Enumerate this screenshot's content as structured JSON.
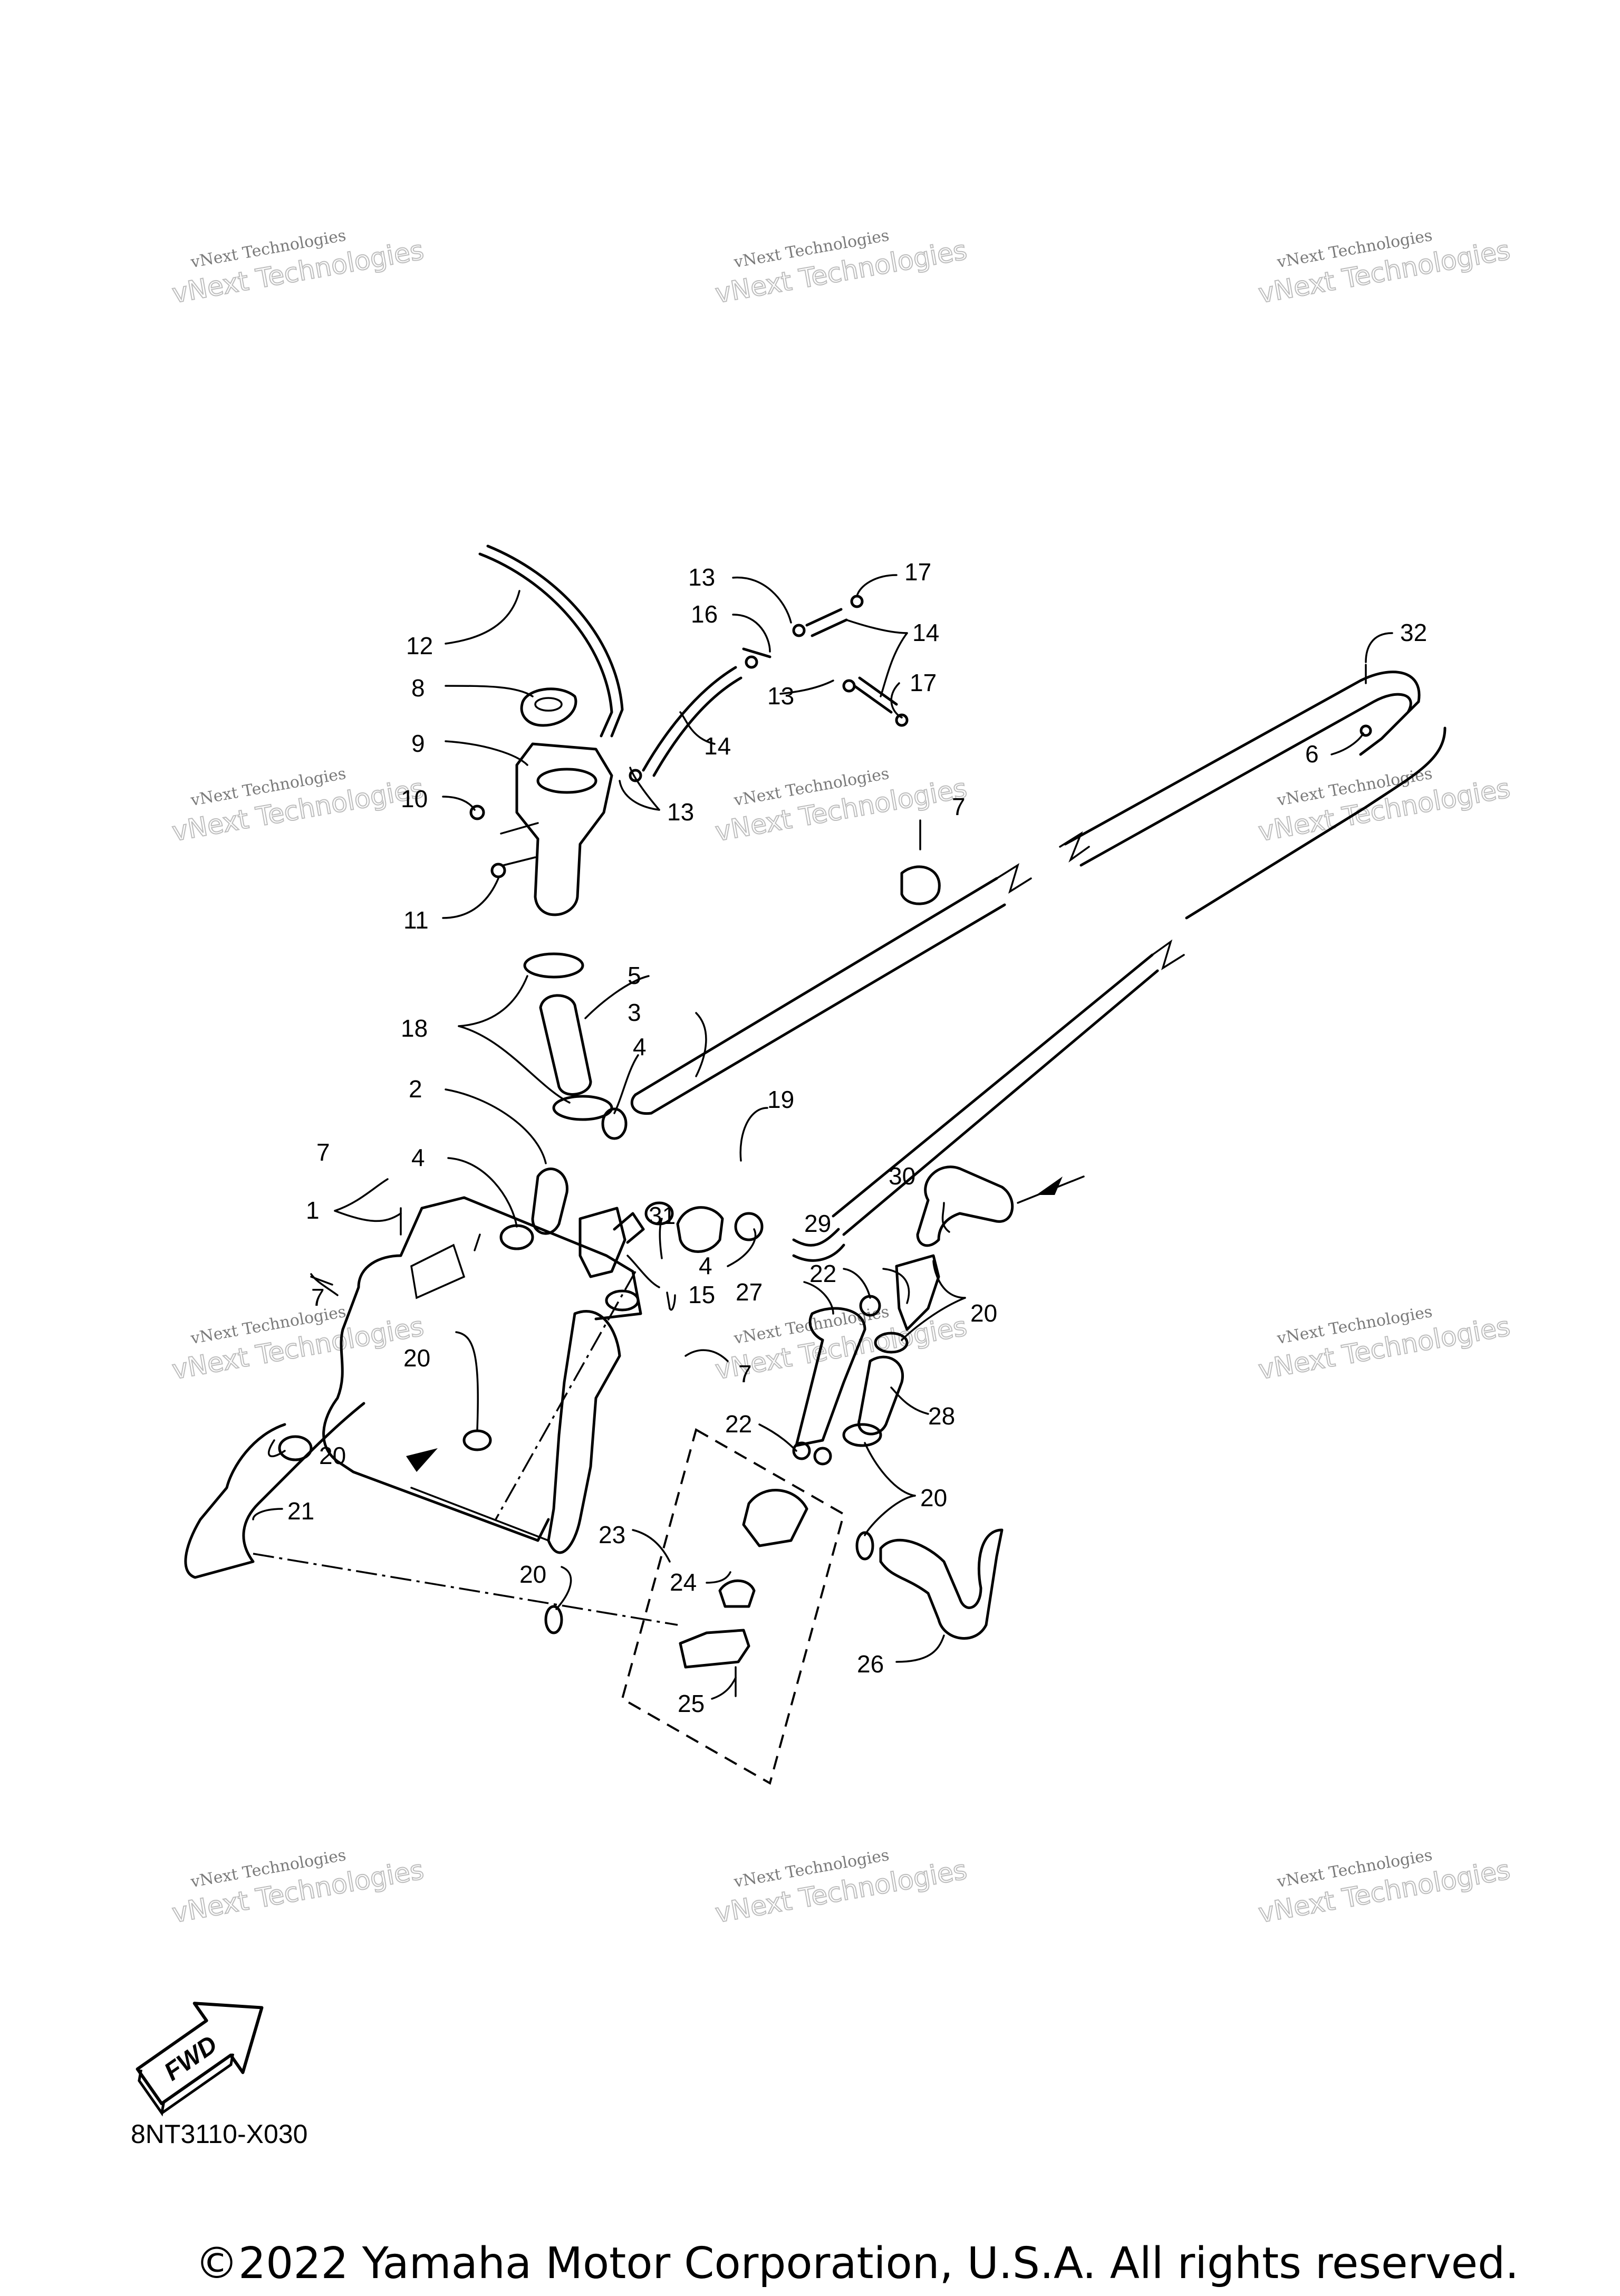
{
  "diagram": {
    "drawing_code": "8NT3110-X030",
    "copyright": "©2022 Yamaha Motor Corporation, U.S.A. All rights reserved.",
    "fwd_label": "FWD",
    "watermark": {
      "line1": "vNext Technologies",
      "line2": "vNext Technologies"
    },
    "callouts": {
      "c1": "1",
      "c2": "2",
      "c3": "3",
      "c4a": "4",
      "c4b": "4",
      "c4c": "4",
      "c5": "5",
      "c6": "6",
      "c7a": "7",
      "c7b": "7",
      "c7c": "7",
      "c7d": "7",
      "c8": "8",
      "c9": "9",
      "c10": "10",
      "c11": "11",
      "c12": "12",
      "c13a": "13",
      "c13b": "13",
      "c13c": "13",
      "c14a": "14",
      "c14b": "14",
      "c15": "15",
      "c16": "16",
      "c17a": "17",
      "c17b": "17",
      "c18": "18",
      "c19": "19",
      "c20a": "20",
      "c20b": "20",
      "c20c": "20",
      "c20d": "20",
      "c20e": "20",
      "c21": "21",
      "c22a": "22",
      "c22b": "22",
      "c23": "23",
      "c24": "24",
      "c25": "25",
      "c26": "26",
      "c27": "27",
      "c28": "28",
      "c29": "29",
      "c30": "30",
      "c31": "31",
      "c32": "32"
    }
  }
}
